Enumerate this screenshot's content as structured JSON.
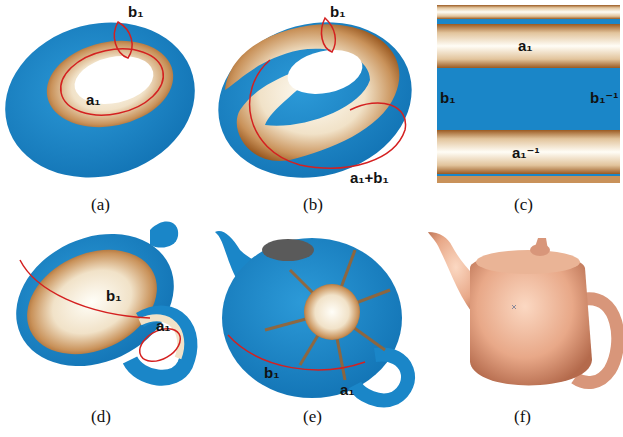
{
  "diagram": {
    "labels": [
      "b₁",
      "a₁",
      "(a)",
      "b₁",
      "a₁+b₁",
      "(b)",
      "a₁",
      "b₁",
      "b₁⁻¹",
      "a₁⁻¹",
      "(c)",
      "b₁",
      "a₁",
      "(d)",
      "b₁",
      "a₁",
      "(e)",
      "(f)"
    ]
  }
}
